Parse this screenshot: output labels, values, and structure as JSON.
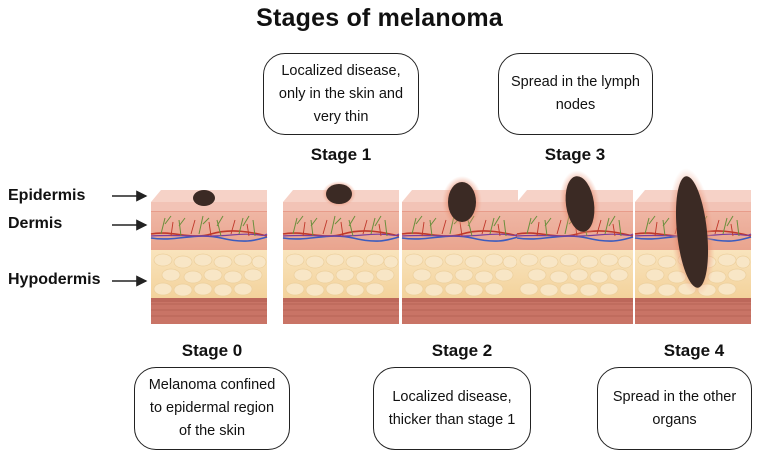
{
  "title": "Stages of melanoma",
  "layers": {
    "epidermis": "Epidermis",
    "dermis": "Dermis",
    "hypodermis": "Hypodermis"
  },
  "stages": [
    {
      "label": "Stage 0",
      "description": "Melanoma confined to epidermal region of the skin"
    },
    {
      "label": "Stage 1",
      "description": "Localized disease, only in the skin and very thin"
    },
    {
      "label": "Stage 2",
      "description": "Localized disease, thicker than stage 1"
    },
    {
      "label": "Stage 3",
      "description": "Spread in the lymph nodes"
    },
    {
      "label": "Stage 4",
      "description": "Spread in the other organs"
    }
  ],
  "colors": {
    "epidermis": "#f2c3b6",
    "dermis": "#ecae9c",
    "hypodermis": "#f7deb1",
    "muscle": "#c97466",
    "tumor": "#3b2a24",
    "tumor_halo": "#e07a5c"
  }
}
